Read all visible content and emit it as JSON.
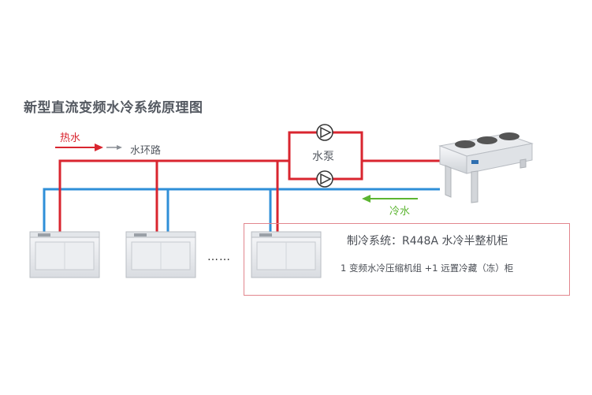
{
  "title": "新型直流变频水冷系统原理图",
  "labels": {
    "hot_water": "热水",
    "water_loop": "水环路",
    "pump": "水泵",
    "cold_water": "冷水",
    "ellipsis": "……"
  },
  "info": {
    "title": "制冷系统：R448A 水冷半整机柜",
    "subtitle": "1 变频水冷压缩机组 +1 远置冷藏（冻）柜"
  },
  "colors": {
    "hot_line": "#d9252f",
    "cold_line": "#2f8fd8",
    "cold_arrow": "#5cb531",
    "box_border": "#e2868d",
    "text": "#4a4e55"
  },
  "icons": [
    "pump-icon",
    "dry-cooler-icon",
    "display-cabinet-icon"
  ]
}
